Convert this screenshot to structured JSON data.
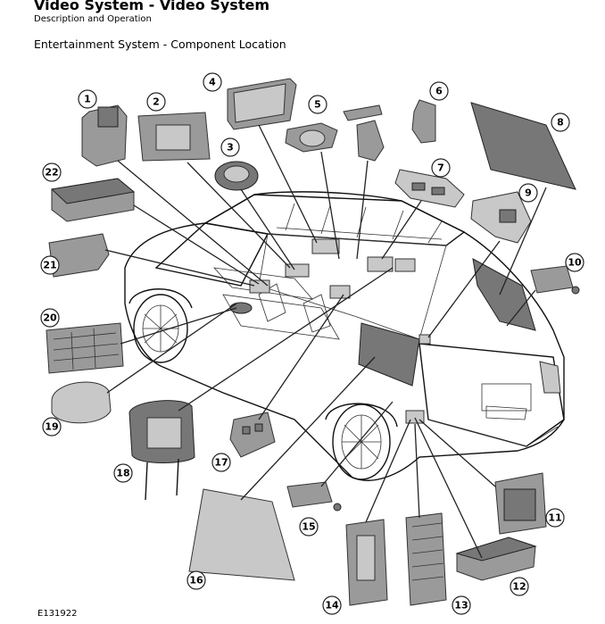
{
  "header": {
    "title": "Video System - Video System",
    "subtitle": "Description and Operation",
    "section": "Entertainment System - Component Location"
  },
  "figure": {
    "code": "E131922",
    "callouts": [
      "1",
      "2",
      "3",
      "4",
      "5",
      "6",
      "7",
      "8",
      "9",
      "10",
      "11",
      "12",
      "13",
      "14",
      "15",
      "16",
      "17",
      "18",
      "19",
      "20",
      "21",
      "22"
    ]
  }
}
